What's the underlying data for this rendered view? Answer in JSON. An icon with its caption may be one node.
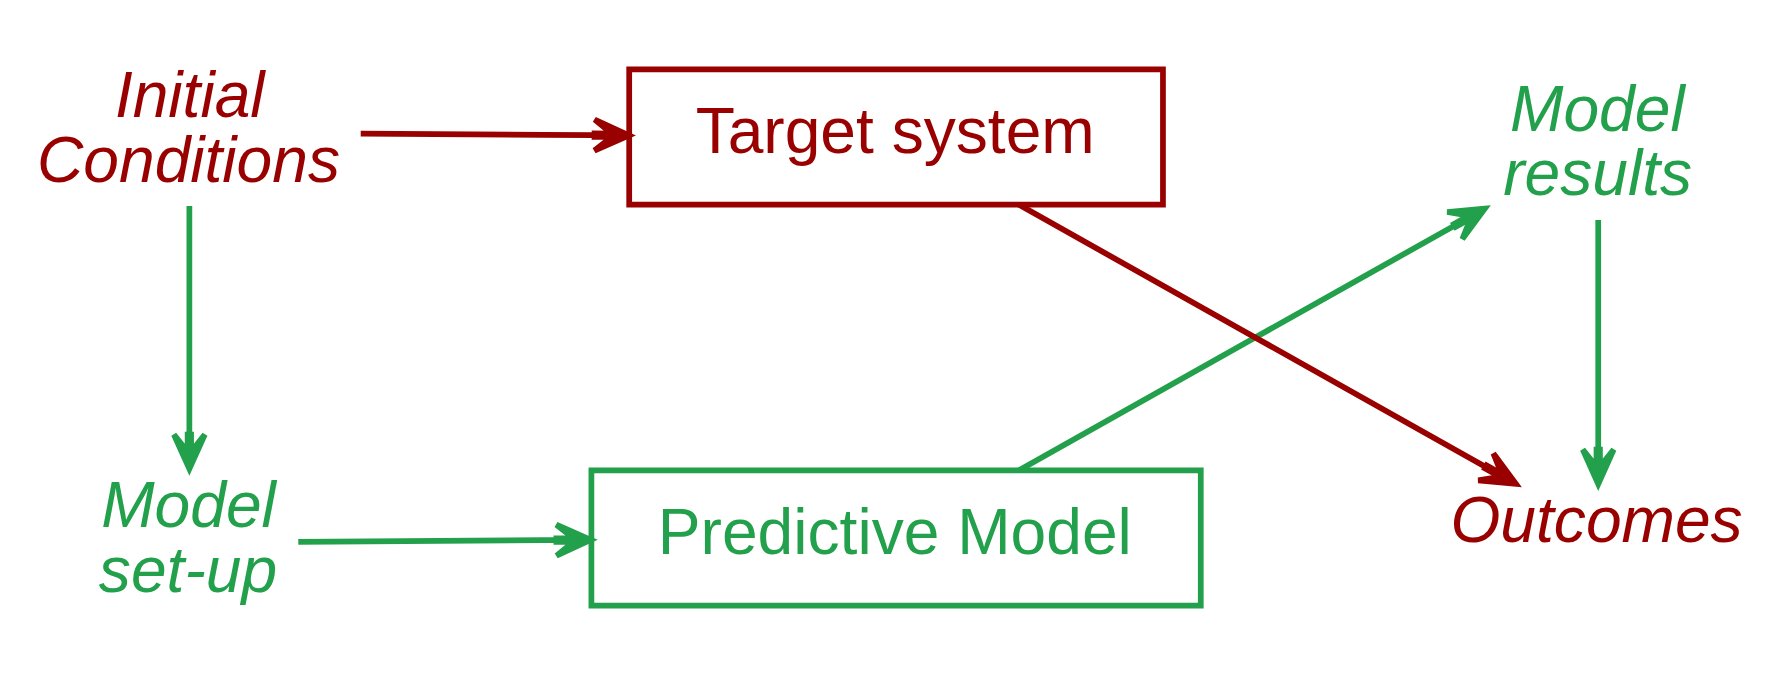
{
  "diagram": {
    "nodes": [
      {
        "text": [
          "Model set-up"
        ]
      },
      {
        "text": [
          "Predictive Model"
        ]
      },
      {
        "text": [
          "Model results"
        ]
      },
      {
        "text": [
          "Initial Conditions"
        ]
      },
      {
        "text": [
          "Target system"
        ]
      },
      {
        "text": [
          "Outcomes"
        ]
      }
    ],
    "edges": [
      {
        "from": 0,
        "to": 1,
        "arrow": "to"
      },
      {
        "from": 1,
        "to": 2,
        "arrow": "to"
      },
      {
        "from": 2,
        "to": 5,
        "arrow": "to"
      },
      {
        "from": 3,
        "to": 0,
        "arrow": "to"
      },
      {
        "from": 3,
        "to": 4,
        "arrow": "to",
        "color": "#990000"
      },
      {
        "from": 4,
        "to": 5,
        "arrow": "to",
        "color": "#990000"
      }
    ]
  }
}
